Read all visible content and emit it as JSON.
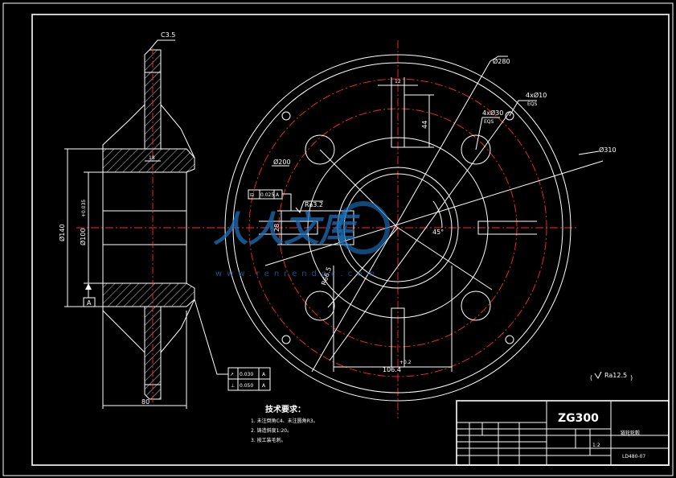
{
  "drawing": {
    "section_view": {
      "chamfer_label": "C3.5",
      "dim_width": "80",
      "dim_hub_depth": "18",
      "dim_bore_outer": "Ø140",
      "dim_bore": "Ø100",
      "dim_bore_tol": "+0.035",
      "datum_label": "A"
    },
    "front_view": {
      "dim_outer": "Ø280",
      "dim_pitch": "Ø310",
      "dim_inner": "Ø200",
      "dim_holes_a": "4xØ10",
      "dim_holes_a_sub": "EQS",
      "dim_holes_b": "4xØ30",
      "dim_holes_b_sub": "EQS",
      "dim_slot_width": "12",
      "dim_slot_depth": "44",
      "dim_keyway": "28",
      "dim_bottom": "106.4",
      "dim_bottom_tol": "+0.2",
      "angle": "45°",
      "radius_label": "R66.5",
      "roughness_1": "Ra3.2",
      "tolerance_frame": {
        "symbol": "⊟",
        "value": "0.025",
        "datum": "A"
      }
    },
    "bottom_frames": [
      {
        "symbol": "↗",
        "value": "0.030",
        "datum": "A"
      },
      {
        "symbol": "⊥",
        "value": "0.050",
        "datum": "A"
      }
    ],
    "tech_req": {
      "title": "技术要求：",
      "items": [
        "1. 未注倒角C4、未注圆角R3。",
        "2. 铸造斜度1:20。",
        "3. 按工装毛刺。"
      ]
    },
    "roughness_general": "Ra12.5",
    "title_block": {
      "part_code": "ZG300",
      "part_name": "链轮轮毂",
      "drawing_no": "LD480-07",
      "scale": "1:2"
    },
    "watermark": {
      "text": "人人文库",
      "url": "www.renrendoc.com"
    }
  }
}
